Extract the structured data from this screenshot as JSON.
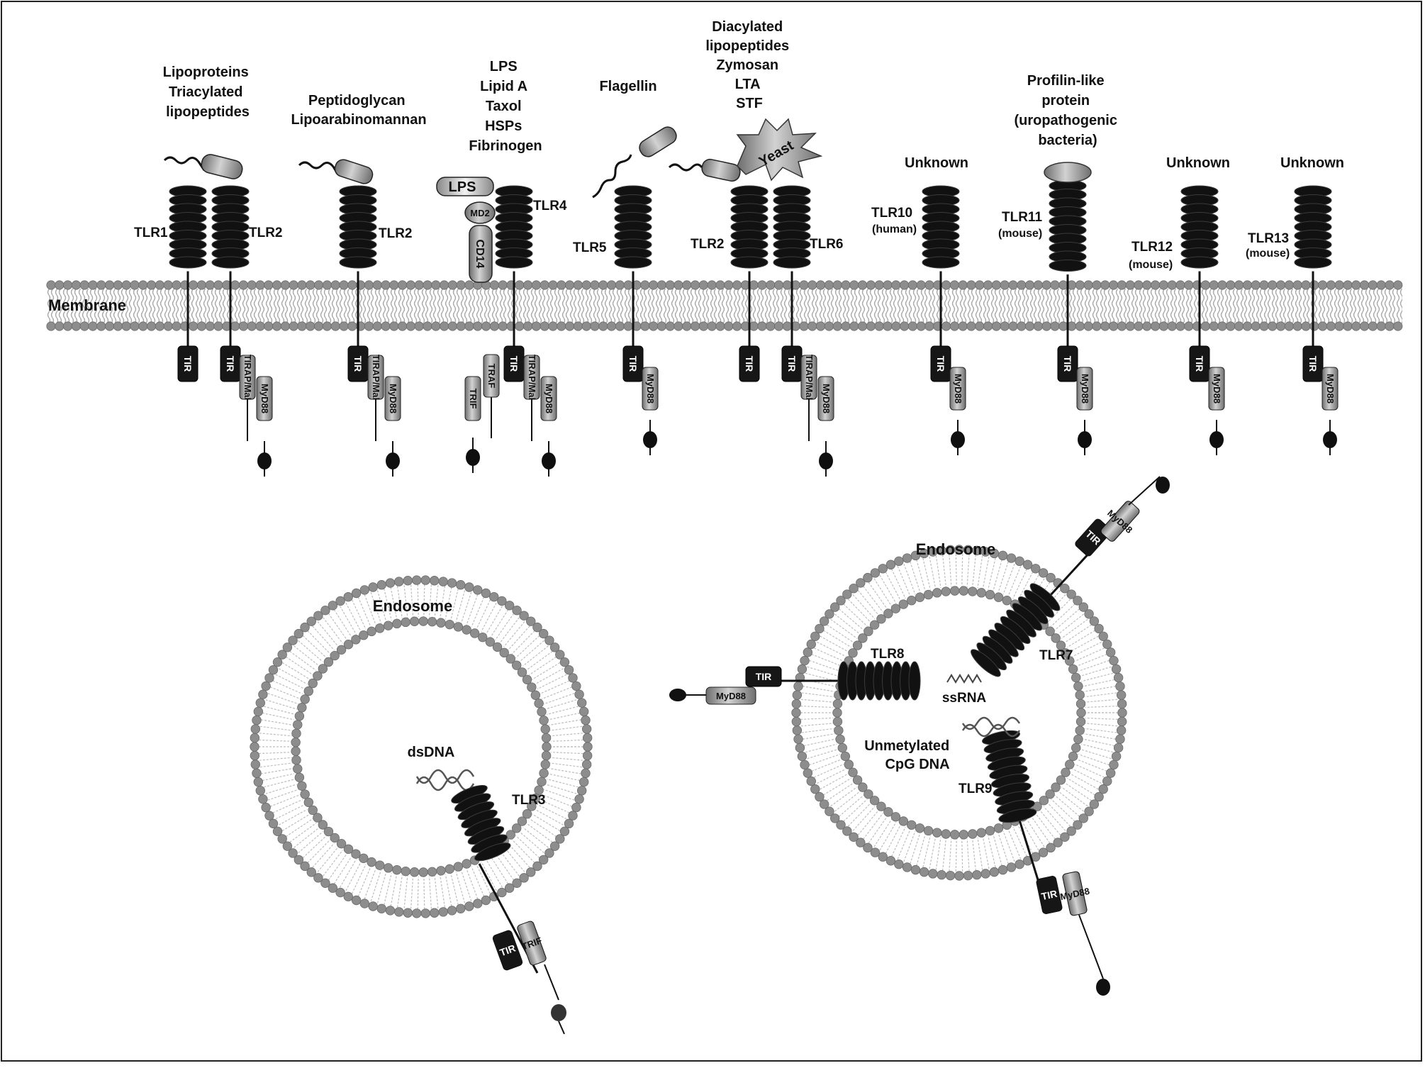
{
  "membrane_label": "Membrane",
  "ligands": {
    "tlr1_2": [
      "Lipoproteins",
      "Triacylated",
      "lipopeptides"
    ],
    "tlr2": [
      "Peptidoglycan",
      "Lipoarabinomannan"
    ],
    "tlr4": [
      "LPS",
      "Lipid A",
      "Taxol",
      "HSPs",
      "Fibrinogen"
    ],
    "tlr5": [
      "Flagellin"
    ],
    "tlr2_6": [
      "Diacylated",
      "lipopeptides",
      "Zymosan",
      "LTA",
      "STF"
    ],
    "tlr10": [
      "Unknown"
    ],
    "tlr11": [
      "Profilin-like",
      "protein",
      "(uropathogenic",
      "bacteria)"
    ],
    "tlr12": [
      "Unknown"
    ],
    "tlr13": [
      "Unknown"
    ]
  },
  "receptors": {
    "tlr1": "TLR1",
    "tlr2": "TLR2",
    "tlr4": "TLR4",
    "tlr5": "TLR5",
    "tlr6": "TLR6",
    "tlr10": "TLR10",
    "tlr10_sub": "(human)",
    "tlr11": "TLR11",
    "tlr11_sub": "(mouse)",
    "tlr12": "TLR12",
    "tlr12_sub": "(mouse)",
    "tlr13": "TLR13",
    "tlr13_sub": "(mouse)",
    "tlr3": "TLR3",
    "tlr7": "TLR7",
    "tlr8": "TLR8",
    "tlr9": "TLR9"
  },
  "adaptors": {
    "tir": "TIR",
    "tirap": "TIRAP/Mal",
    "myd88": "MyD88",
    "trif": "TRIF",
    "traf": "TRAF"
  },
  "coreceptors": {
    "lps": "LPS",
    "md2": "MD2",
    "cd14": "CD14",
    "yeast": "Yeast"
  },
  "endosomes": {
    "left_label": "Endosome",
    "right_label": "Endosome",
    "dsdna": "dsDNA",
    "ssrna": "ssRNA",
    "cpg": [
      "Unmetylated",
      "CpG DNA"
    ]
  },
  "colors": {
    "receptor": "#111111",
    "lipid_head": "#8c8c8c",
    "adaptor_grey": "#9a9a9a",
    "frame": "#222222"
  }
}
